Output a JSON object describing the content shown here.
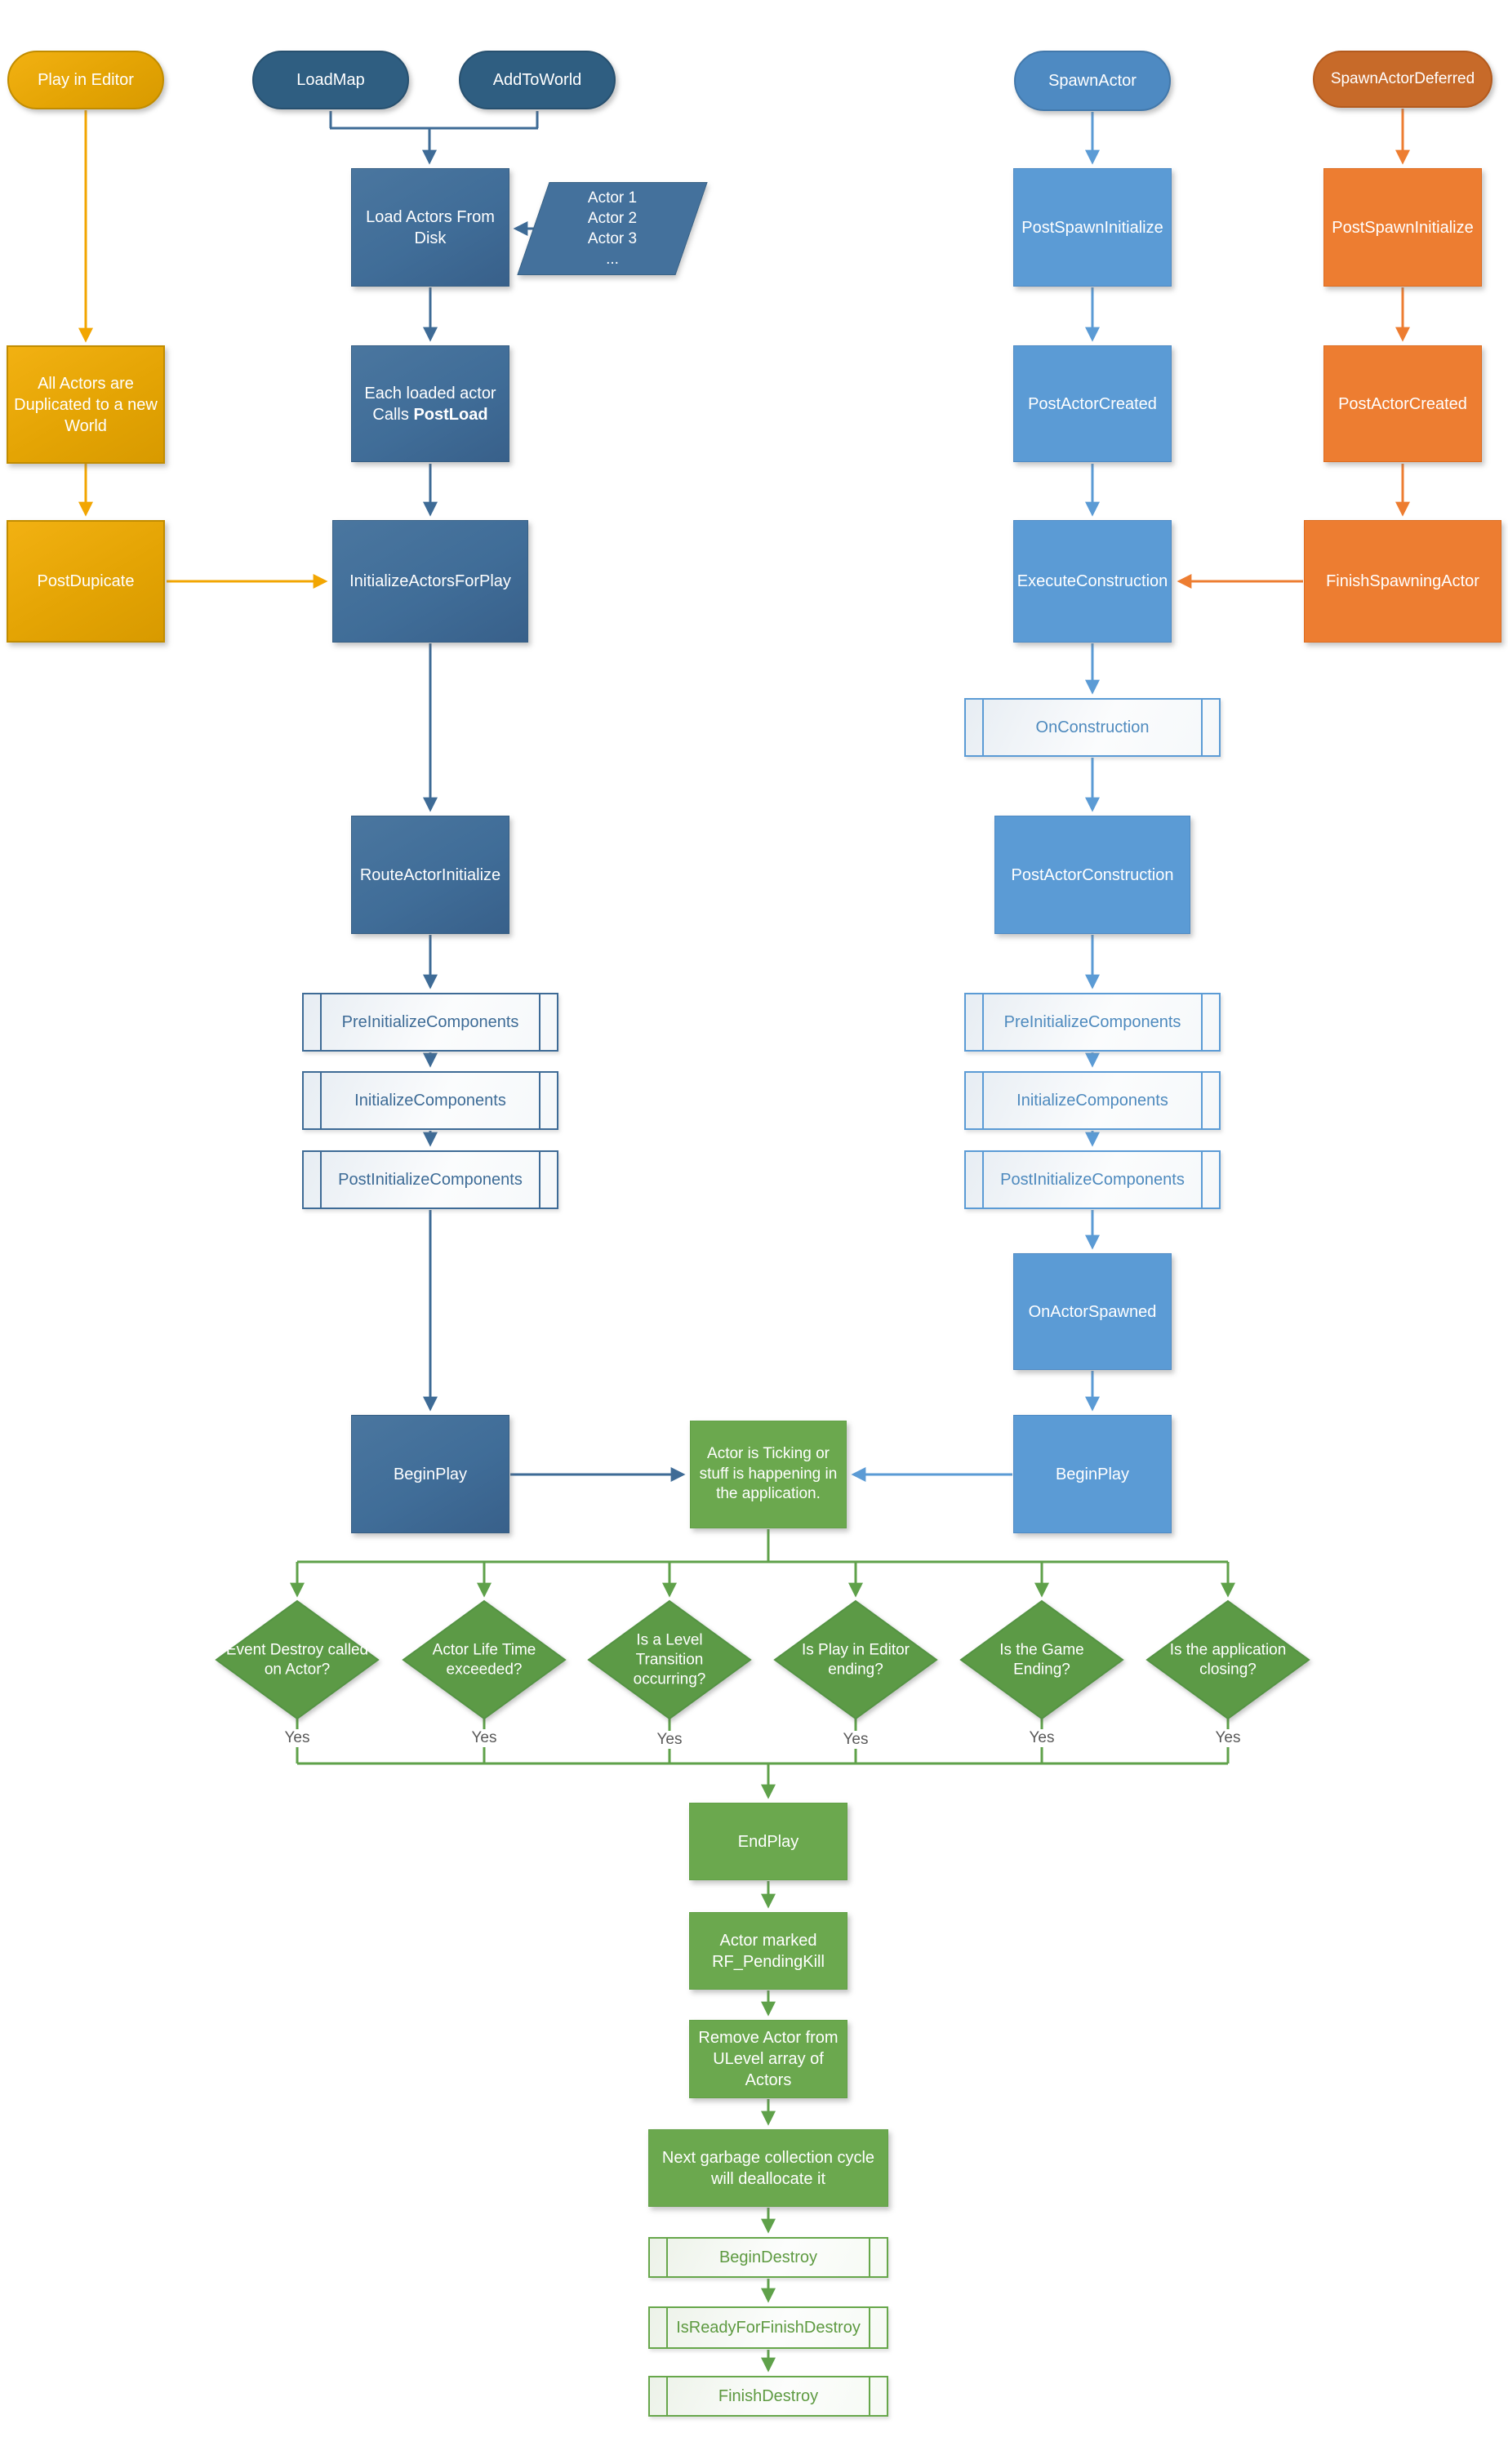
{
  "nodes": {
    "play_in_editor": "Play in Editor",
    "load_map": "LoadMap",
    "add_to_world": "AddToWorld",
    "spawn_actor": "SpawnActor",
    "spawn_actor_deferred": "SpawnActorDeferred",
    "load_actors_from_disk": "Load Actors From Disk",
    "actor_list_1": "Actor 1",
    "actor_list_2": "Actor 2",
    "actor_list_3": "Actor 3",
    "actor_list_more": "...",
    "each_loaded_line1": "Each loaded actor",
    "each_loaded_calls": "Calls",
    "each_loaded_bold": "PostLoad",
    "all_actors_duplicated": "All Actors are Duplicated to a new World",
    "post_dupicate": "PostDupicate",
    "initialize_actors_for_play": "InitializeActorsForPlay",
    "route_actor_initialize": "RouteActorInitialize",
    "pre_initialize_components": "PreInitializeComponents",
    "initialize_components": "InitializeComponents",
    "post_initialize_components": "PostInitializeComponents",
    "post_spawn_initialize": "PostSpawnInitialize",
    "post_actor_created": "PostActorCreated",
    "execute_construction": "ExecuteConstruction",
    "on_construction": "OnConstruction",
    "post_actor_construction": "PostActorConstruction",
    "on_actor_spawned": "OnActorSpawned",
    "begin_play": "BeginPlay",
    "finish_spawning_actor": "FinishSpawningActor",
    "actor_ticking": "Actor is Ticking or stuff is happening in the application.",
    "end_play": "EndPlay",
    "actor_marked_pending_kill": "Actor marked RF_PendingKill",
    "remove_actor": "Remove Actor from ULevel array of Actors",
    "next_garbage": "Next garbage collection cycle will deallocate it",
    "begin_destroy": "BeginDestroy",
    "is_ready_for_finish_destroy": "IsReadyForFinishDestroy",
    "finish_destroy": "FinishDestroy",
    "yes": "Yes"
  },
  "decisions": {
    "d1": "Event Destroy called on Actor?",
    "d2": "Actor Life Time exceeded?",
    "d3": "Is a Level Transition occurring?",
    "d4": "Is Play in Editor ending?",
    "d5": "Is the Game Ending?",
    "d6": "Is the application closing?"
  },
  "colors": {
    "gold": "#E4A404",
    "gold_line": "#F2A602",
    "dark_stadium_blue": "#2F5E81",
    "navy_box_blue": "#406D98",
    "navy_line": "#3E6B96",
    "light_blue": "#5B9BD5",
    "orange": "#ED7D31",
    "orange_stadium": "#C76A29",
    "green_box": "#6BA84E",
    "green_diamond": "#5C9A46",
    "green_line": "#5FA14A"
  }
}
